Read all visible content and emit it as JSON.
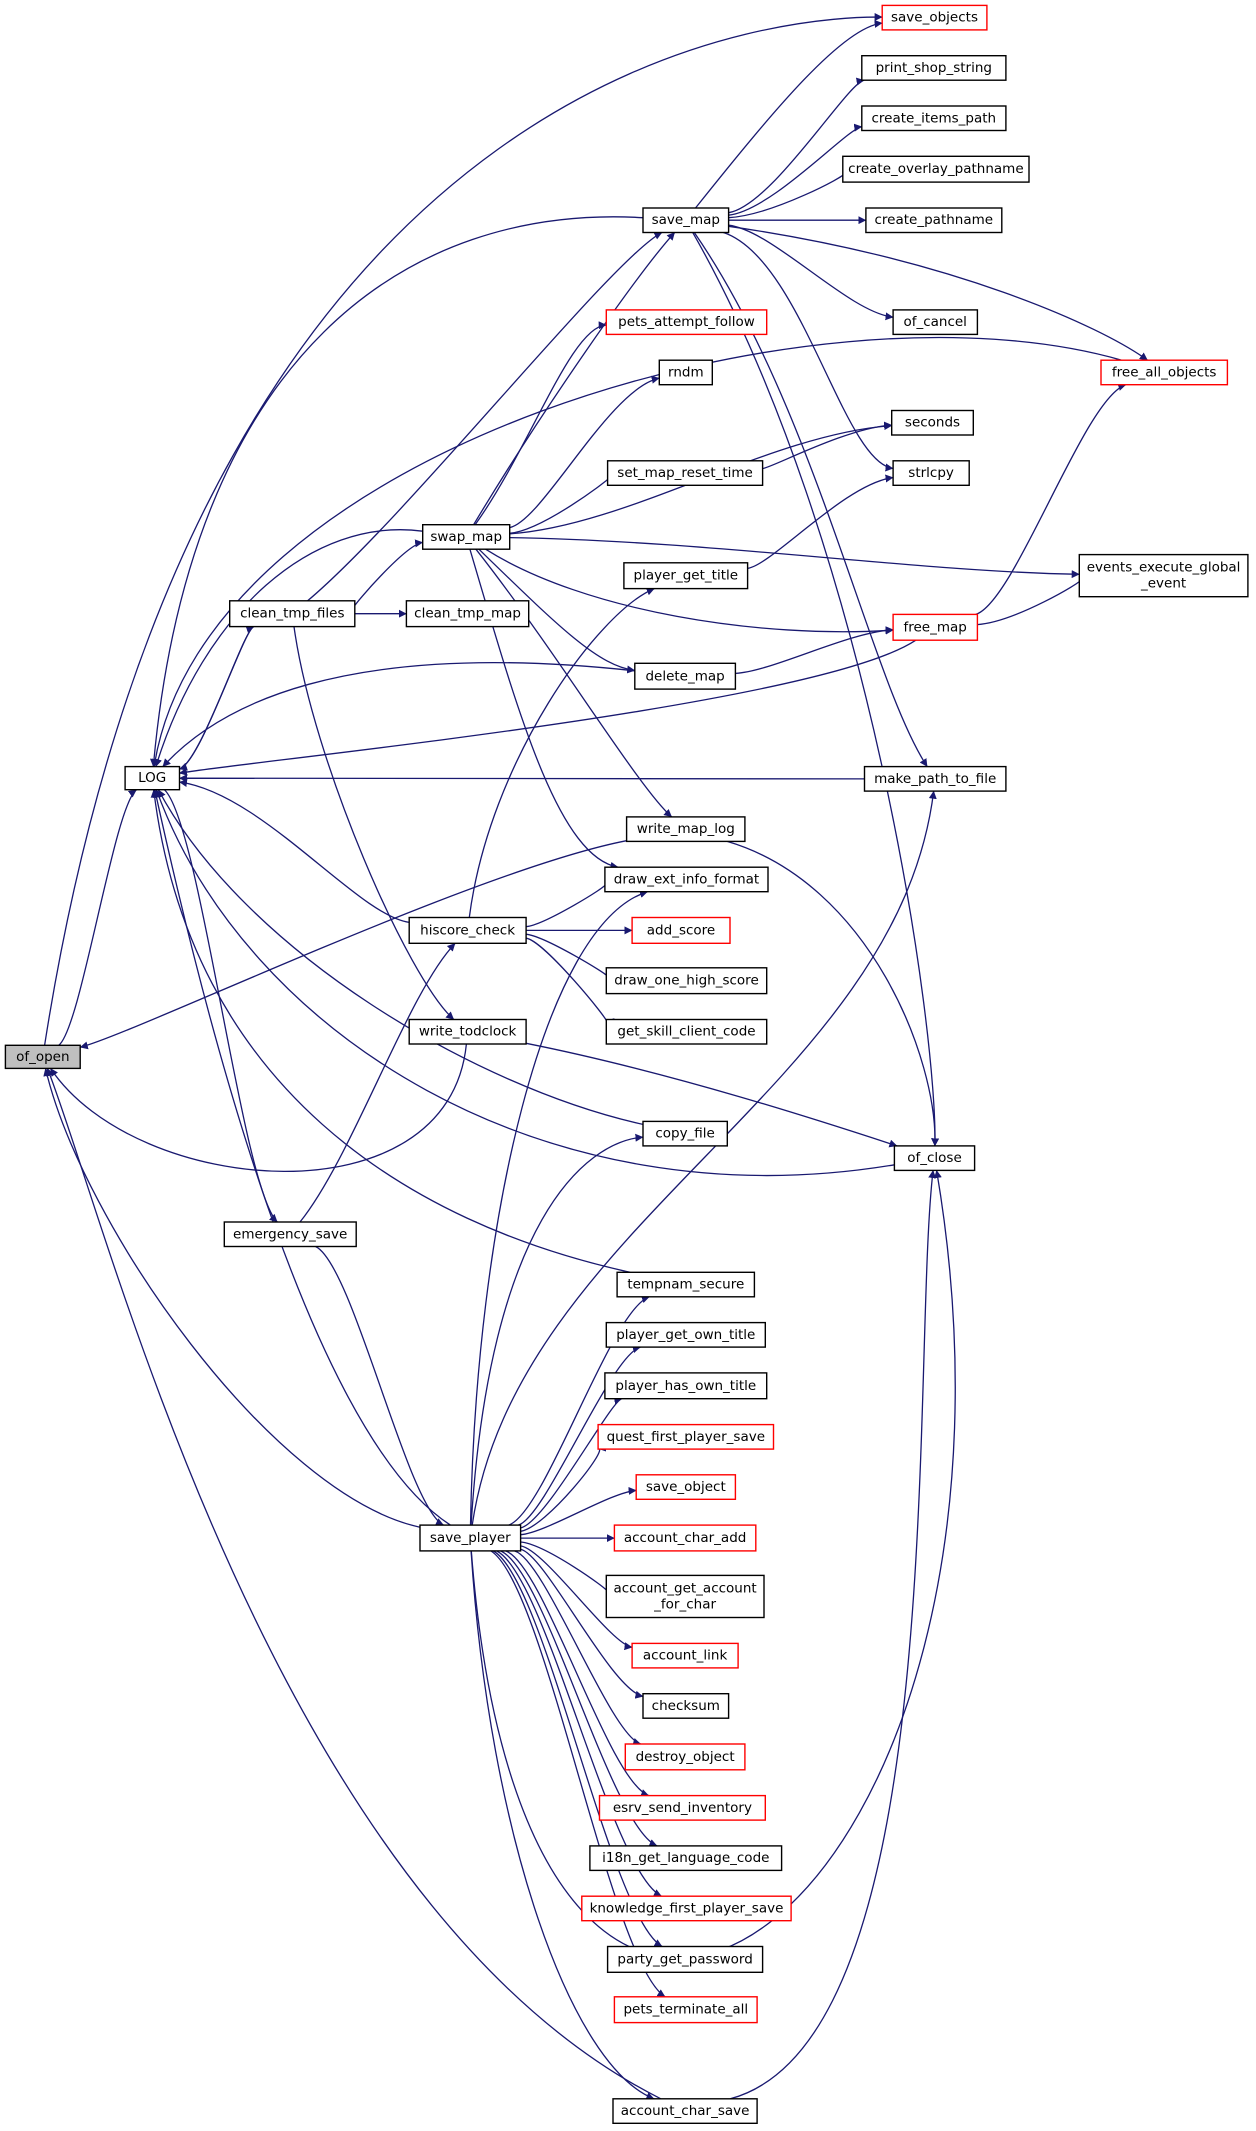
{
  "colors": {
    "edge": "#191970",
    "node_border": "#000000",
    "node_truncated_border": "#ff0000",
    "node_focus_fill": "#bfbfbf",
    "node_fill": "#ffffff"
  },
  "nodes": [
    {
      "id": "of_open",
      "lines": [
        "of_open"
      ],
      "focus": true
    },
    {
      "id": "LOG",
      "lines": [
        "LOG"
      ]
    },
    {
      "id": "save_objects",
      "lines": [
        "save_objects"
      ],
      "truncated": true
    },
    {
      "id": "print_shop_string",
      "lines": [
        "print_shop_string"
      ]
    },
    {
      "id": "create_items_path",
      "lines": [
        "create_items_path"
      ]
    },
    {
      "id": "create_overlay_pathname",
      "lines": [
        "create_overlay_pathname"
      ]
    },
    {
      "id": "create_pathname",
      "lines": [
        "create_pathname"
      ]
    },
    {
      "id": "save_map",
      "lines": [
        "save_map"
      ]
    },
    {
      "id": "of_cancel",
      "lines": [
        "of_cancel"
      ]
    },
    {
      "id": "pets_attempt_follow",
      "lines": [
        "pets_attempt_follow"
      ],
      "truncated": true
    },
    {
      "id": "free_all_objects",
      "lines": [
        "free_all_objects"
      ],
      "truncated": true
    },
    {
      "id": "rndm",
      "lines": [
        "rndm"
      ]
    },
    {
      "id": "seconds",
      "lines": [
        "seconds"
      ]
    },
    {
      "id": "set_map_reset_time",
      "lines": [
        "set_map_reset_time"
      ]
    },
    {
      "id": "strlcpy",
      "lines": [
        "strlcpy"
      ]
    },
    {
      "id": "swap_map",
      "lines": [
        "swap_map"
      ]
    },
    {
      "id": "player_get_title",
      "lines": [
        "player_get_title"
      ]
    },
    {
      "id": "events_execute_global_event",
      "lines": [
        "events_execute_global",
        "_event"
      ]
    },
    {
      "id": "clean_tmp_files",
      "lines": [
        "clean_tmp_files"
      ]
    },
    {
      "id": "clean_tmp_map",
      "lines": [
        "clean_tmp_map"
      ]
    },
    {
      "id": "free_map",
      "lines": [
        "free_map"
      ],
      "truncated": true
    },
    {
      "id": "delete_map",
      "lines": [
        "delete_map"
      ]
    },
    {
      "id": "make_path_to_file",
      "lines": [
        "make_path_to_file"
      ]
    },
    {
      "id": "write_map_log",
      "lines": [
        "write_map_log"
      ]
    },
    {
      "id": "draw_ext_info_format",
      "lines": [
        "draw_ext_info_format"
      ]
    },
    {
      "id": "hiscore_check",
      "lines": [
        "hiscore_check"
      ]
    },
    {
      "id": "add_score",
      "lines": [
        "add_score"
      ],
      "truncated": true
    },
    {
      "id": "draw_one_high_score",
      "lines": [
        "draw_one_high_score"
      ]
    },
    {
      "id": "write_todclock",
      "lines": [
        "write_todclock"
      ]
    },
    {
      "id": "get_skill_client_code",
      "lines": [
        "get_skill_client_code"
      ]
    },
    {
      "id": "copy_file",
      "lines": [
        "copy_file"
      ]
    },
    {
      "id": "of_close",
      "lines": [
        "of_close"
      ]
    },
    {
      "id": "emergency_save",
      "lines": [
        "emergency_save"
      ]
    },
    {
      "id": "tempnam_secure",
      "lines": [
        "tempnam_secure"
      ]
    },
    {
      "id": "player_get_own_title",
      "lines": [
        "player_get_own_title"
      ]
    },
    {
      "id": "player_has_own_title",
      "lines": [
        "player_has_own_title"
      ]
    },
    {
      "id": "quest_first_player_save",
      "lines": [
        "quest_first_player_save"
      ],
      "truncated": true
    },
    {
      "id": "save_object",
      "lines": [
        "save_object"
      ],
      "truncated": true
    },
    {
      "id": "save_player",
      "lines": [
        "save_player"
      ]
    },
    {
      "id": "account_char_add",
      "lines": [
        "account_char_add"
      ],
      "truncated": true
    },
    {
      "id": "account_get_account_for_char",
      "lines": [
        "account_get_account",
        "_for_char"
      ]
    },
    {
      "id": "account_link",
      "lines": [
        "account_link"
      ],
      "truncated": true
    },
    {
      "id": "checksum",
      "lines": [
        "checksum"
      ]
    },
    {
      "id": "destroy_object",
      "lines": [
        "destroy_object"
      ],
      "truncated": true
    },
    {
      "id": "esrv_send_inventory",
      "lines": [
        "esrv_send_inventory"
      ],
      "truncated": true
    },
    {
      "id": "i18n_get_language_code",
      "lines": [
        "i18n_get_language_code"
      ]
    },
    {
      "id": "knowledge_first_player_save",
      "lines": [
        "knowledge_first_player_save"
      ],
      "truncated": true
    },
    {
      "id": "party_get_password",
      "lines": [
        "party_get_password"
      ]
    },
    {
      "id": "pets_terminate_all",
      "lines": [
        "pets_terminate_all"
      ],
      "truncated": true
    },
    {
      "id": "account_char_save",
      "lines": [
        "account_char_save"
      ]
    }
  ],
  "edges": [
    [
      "of_open",
      "save_objects"
    ],
    [
      "of_open",
      "LOG"
    ],
    [
      "LOG",
      "clean_tmp_files"
    ],
    [
      "LOG",
      "emergency_save"
    ],
    [
      "save_map",
      "save_objects"
    ],
    [
      "save_map",
      "print_shop_string"
    ],
    [
      "save_map",
      "create_items_path"
    ],
    [
      "save_map",
      "create_overlay_pathname"
    ],
    [
      "save_map",
      "create_pathname"
    ],
    [
      "save_map",
      "of_cancel"
    ],
    [
      "save_map",
      "free_all_objects"
    ],
    [
      "save_map",
      "strlcpy"
    ],
    [
      "save_map",
      "make_path_to_file"
    ],
    [
      "save_map",
      "of_close"
    ],
    [
      "save_map",
      "LOG"
    ],
    [
      "swap_map",
      "save_map"
    ],
    [
      "swap_map",
      "pets_attempt_follow"
    ],
    [
      "swap_map",
      "rndm"
    ],
    [
      "swap_map",
      "seconds"
    ],
    [
      "swap_map",
      "set_map_reset_time"
    ],
    [
      "swap_map",
      "events_execute_global_event"
    ],
    [
      "swap_map",
      "free_map"
    ],
    [
      "swap_map",
      "delete_map"
    ],
    [
      "swap_map",
      "write_map_log"
    ],
    [
      "swap_map",
      "draw_ext_info_format"
    ],
    [
      "swap_map",
      "LOG"
    ],
    [
      "set_map_reset_time",
      "seconds"
    ],
    [
      "player_get_title",
      "strlcpy"
    ],
    [
      "clean_tmp_files",
      "swap_map"
    ],
    [
      "clean_tmp_files",
      "save_map"
    ],
    [
      "clean_tmp_files",
      "clean_tmp_map"
    ],
    [
      "clean_tmp_files",
      "write_todclock"
    ],
    [
      "clean_tmp_files",
      "LOG"
    ],
    [
      "free_map",
      "free_all_objects"
    ],
    [
      "free_map",
      "events_execute_global_event"
    ],
    [
      "free_map",
      "LOG"
    ],
    [
      "free_all_objects",
      "LOG"
    ],
    [
      "delete_map",
      "free_map"
    ],
    [
      "delete_map",
      "LOG"
    ],
    [
      "make_path_to_file",
      "LOG"
    ],
    [
      "write_map_log",
      "of_open"
    ],
    [
      "write_map_log",
      "of_close"
    ],
    [
      "hiscore_check",
      "player_get_title"
    ],
    [
      "hiscore_check",
      "draw_ext_info_format"
    ],
    [
      "hiscore_check",
      "add_score"
    ],
    [
      "hiscore_check",
      "draw_one_high_score"
    ],
    [
      "hiscore_check",
      "get_skill_client_code"
    ],
    [
      "hiscore_check",
      "LOG"
    ],
    [
      "write_todclock",
      "of_open"
    ],
    [
      "write_todclock",
      "of_close"
    ],
    [
      "copy_file",
      "LOG"
    ],
    [
      "of_close",
      "LOG"
    ],
    [
      "emergency_save",
      "hiscore_check"
    ],
    [
      "emergency_save",
      "save_player"
    ],
    [
      "tempnam_secure",
      "LOG"
    ],
    [
      "save_player",
      "LOG"
    ],
    [
      "save_player",
      "of_open"
    ],
    [
      "save_player",
      "copy_file"
    ],
    [
      "save_player",
      "make_path_to_file"
    ],
    [
      "save_player",
      "draw_ext_info_format"
    ],
    [
      "save_player",
      "tempnam_secure"
    ],
    [
      "save_player",
      "player_get_own_title"
    ],
    [
      "save_player",
      "player_has_own_title"
    ],
    [
      "save_player",
      "quest_first_player_save"
    ],
    [
      "save_player",
      "save_object"
    ],
    [
      "save_player",
      "account_char_add"
    ],
    [
      "save_player",
      "account_get_account_for_char"
    ],
    [
      "save_player",
      "account_link"
    ],
    [
      "save_player",
      "checksum"
    ],
    [
      "save_player",
      "destroy_object"
    ],
    [
      "save_player",
      "esrv_send_inventory"
    ],
    [
      "save_player",
      "i18n_get_language_code"
    ],
    [
      "save_player",
      "knowledge_first_player_save"
    ],
    [
      "save_player",
      "party_get_password"
    ],
    [
      "save_player",
      "pets_terminate_all"
    ],
    [
      "save_player",
      "of_close"
    ],
    [
      "save_player",
      "account_char_save"
    ],
    [
      "account_char_save",
      "of_open"
    ],
    [
      "account_char_save",
      "of_close"
    ]
  ]
}
